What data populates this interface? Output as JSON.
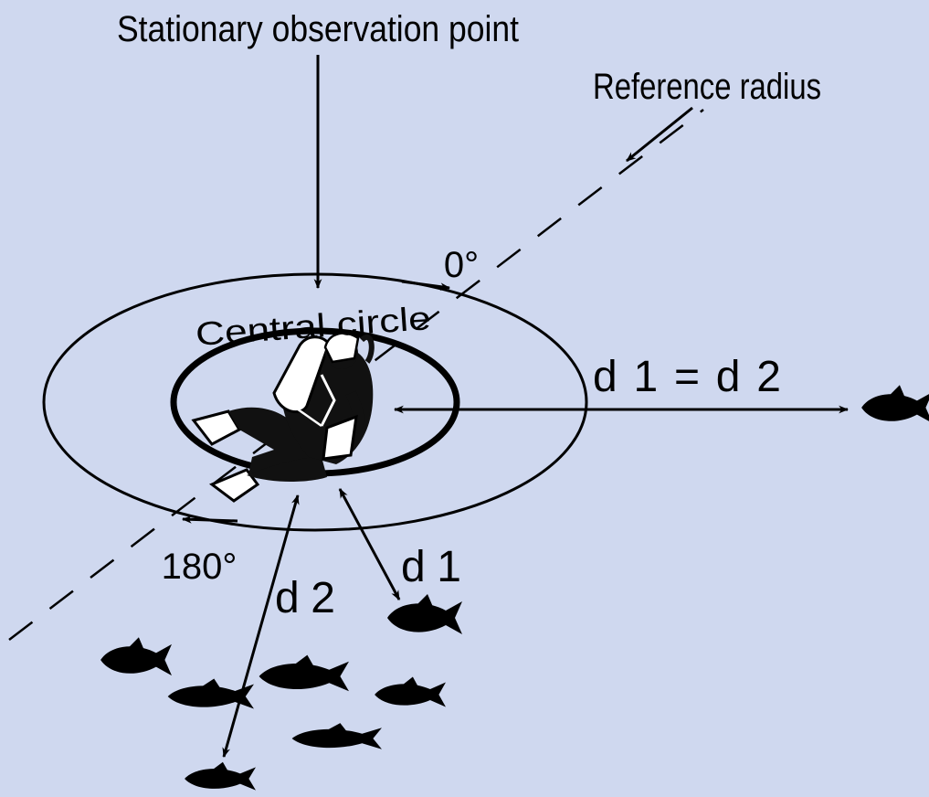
{
  "colors": {
    "background": "#cfd8ef",
    "ink": "#000000",
    "diver_suit": "#111111",
    "diver_gear": "#ffffff"
  },
  "labels": {
    "stationary_point": "Stationary observation point",
    "reference_radius": "Reference radius",
    "angle_zero": "0°",
    "angle_180": "180°",
    "central_circle": "Central circle",
    "distance_equality": "d 1 = d 2",
    "distance_d1": "d 1",
    "distance_d2": "d 2"
  },
  "icons": [
    "diver-icon",
    "fish-icon"
  ]
}
